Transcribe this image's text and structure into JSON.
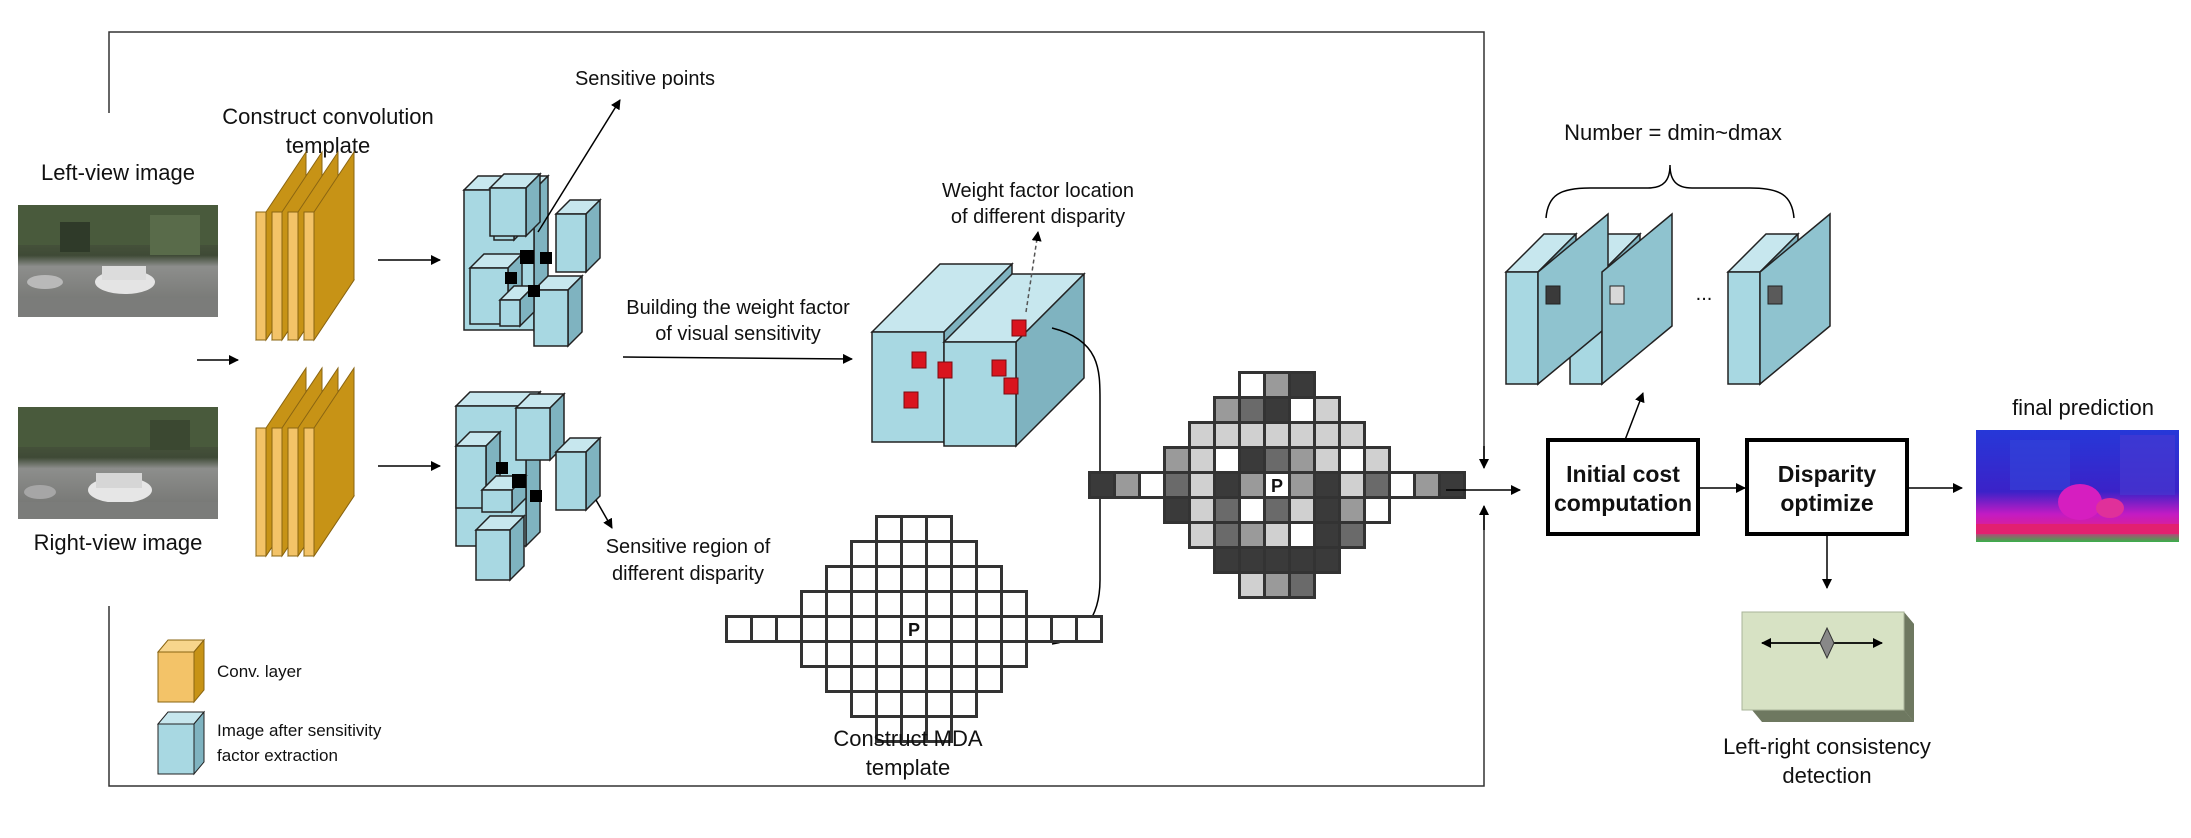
{
  "labels": {
    "left_view": "Left-view image",
    "right_view": "Right-view image",
    "construct_conv_1": "Construct convolution",
    "construct_conv_2": "template",
    "sensitive_points": "Sensitive points",
    "sensitive_region_1": "Sensitive region of",
    "sensitive_region_2": "different disparity",
    "building_weight_1": "Building the weight factor",
    "building_weight_2": "of visual sensitivity",
    "weight_location_1": "Weight factor location",
    "weight_location_2": "of different disparity",
    "construct_mda_1": "Construct MDA",
    "construct_mda_2": "template",
    "p_marker": "P",
    "number_range": "Number = dmin~dmax",
    "ellipsis": "...",
    "initial_cost_1": "Initial cost",
    "initial_cost_2": "computation",
    "disparity_opt_1": "Disparity",
    "disparity_opt_2": "optimize",
    "final_prediction": "final prediction",
    "lr_consistency_1": "Left-right consistency",
    "lr_consistency_2": "detection"
  },
  "legend": {
    "conv_layer": "Conv. layer",
    "sensitivity_1": "Image after sensitivity",
    "sensitivity_2": "factor extraction"
  },
  "colors": {
    "conv_yellow": "#f3c368",
    "conv_dark": "#c79316",
    "cyan_face": "#a8d8e2",
    "cyan_side": "#7fb3c0",
    "box_stroke": "#000000",
    "sensitive_red": "#d9141e",
    "mda_outline": "#333333",
    "lr_box": "#d7e2c4"
  }
}
